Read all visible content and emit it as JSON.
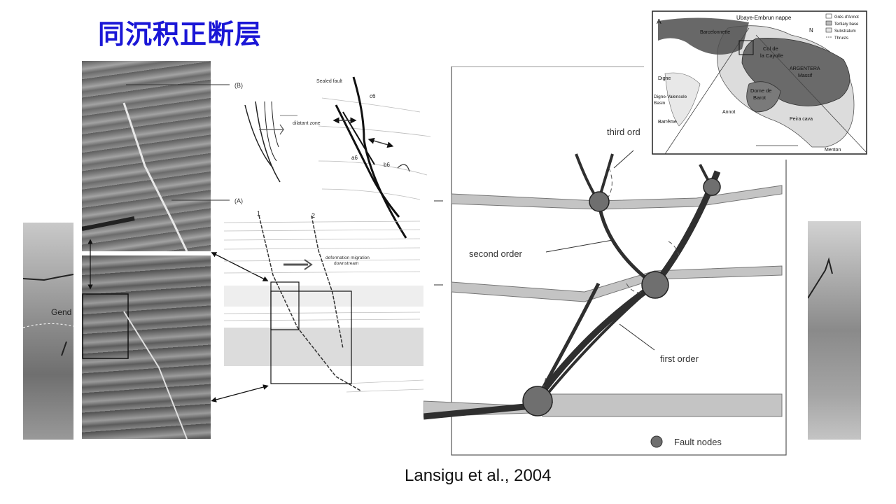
{
  "slide": {
    "title": "同沉积正断层",
    "citation": "Lansigu et al., 2004"
  },
  "photos": {
    "upper_label_b": "(B)",
    "upper_label_a": "(A)",
    "left_edge_text": "Gend"
  },
  "sketch_top": {
    "dilatant_zone": "dilatant zone",
    "sealed_fault": "Sealed fault",
    "c6": "c6",
    "a6": "a6",
    "b6": "b6"
  },
  "sketch_bottom": {
    "fault_1": "1",
    "fault_2": "2",
    "migration_note_line1": "deformation migration",
    "migration_note_line2": "downstream"
  },
  "fault_diagram": {
    "third_order": "third ord",
    "second_order": "second order",
    "first_order": "first order",
    "legend_label": "Fault nodes"
  },
  "inset_map": {
    "panel_letter": "A",
    "nappe": "Ubaye-Embrun nappe",
    "north": "N",
    "barcelonnette": "Barcelonnette",
    "col_line1": "Col de",
    "col_line2": "la Cayolle",
    "massif_line1": "ARGENTERA",
    "massif_line2": "Massif",
    "dome_line1": "Dome de",
    "dome_line2": "Barot",
    "digne": "Digne",
    "digne_valensole_line1": "Digne-Valensole",
    "digne_valensole_line2": "Basin",
    "annot": "Annot",
    "barreme": "Barrême",
    "peira_cava": "Peira cava",
    "menton": "Menton",
    "legend": [
      "Grès d'Annot",
      "Tertiary base",
      "Substratum",
      "Thrusts"
    ]
  },
  "colors": {
    "title": "#1a16d6",
    "node": "#6f6f6f",
    "bed": "#c4c4c4",
    "fault": "#333333",
    "massif": "#6a6a6a"
  }
}
